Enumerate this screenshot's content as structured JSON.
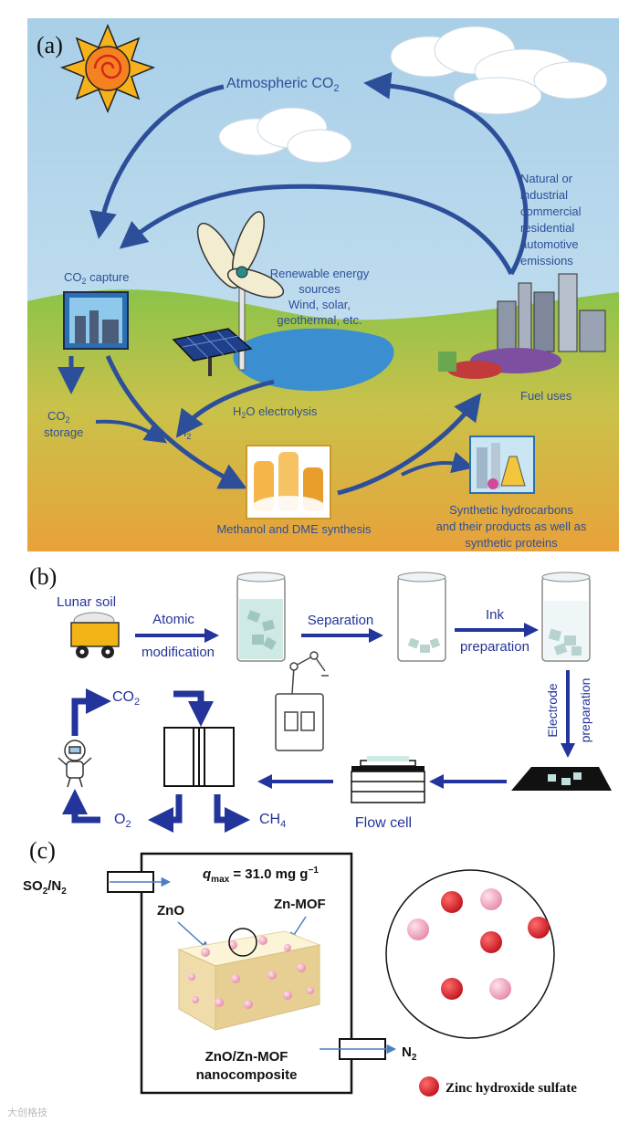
{
  "panel_a": {
    "tag": "(a)",
    "atmospheric_co2": "Atmospheric CO",
    "atmospheric_co2_sub": "2",
    "co2_capture": "CO",
    "co2_capture_sub": "2",
    "co2_capture_rest": " capture",
    "co2_storage_1": "CO",
    "co2_storage_1_sub": "2",
    "co2_storage_2": "storage",
    "renewable": [
      "Renewable energy",
      "sources",
      "Wind, solar,",
      "geothermal, etc."
    ],
    "emissions": [
      "Natural or",
      "industrial",
      "commercial",
      "residential",
      "automotive",
      "emissions"
    ],
    "h2o_electrolysis": "H",
    "h2o_electrolysis_sub": "2",
    "h2o_electrolysis_rest": "O electrolysis",
    "h2": "H",
    "h2_sub": "2",
    "methanol": "Methanol and DME synthesis",
    "fuel_uses": "Fuel uses",
    "synthetic": [
      "Synthetic hydrocarbons",
      "and their products as well as",
      "synthetic proteins"
    ]
  },
  "panel_b": {
    "tag": "(b)",
    "lunar_soil": "Lunar soil",
    "atomic": "Atomic",
    "modification": "modification",
    "separation": "Separation",
    "ink": "Ink",
    "preparation": "preparation",
    "electrode": "Electrode",
    "electrode_preparation": "preparation",
    "flow_cell": "Flow cell",
    "co2": "CO",
    "co2_sub": "2",
    "o2": "O",
    "o2_sub": "2",
    "ch4": "CH",
    "ch4_sub": "4"
  },
  "panel_c": {
    "tag": "(c)",
    "so2n2_a": "SO",
    "so2n2_sub": "2",
    "so2n2_b": "/N",
    "so2n2_sub2": "2",
    "qmax_q": "q",
    "qmax_sub": "max",
    "qmax_value": " = 31.0 mg g",
    "qmax_sup": "−1",
    "zno": "ZnO",
    "zn_mof": "Zn-MOF",
    "composite_1": "ZnO/Zn-MOF",
    "composite_2": "nanocomposite",
    "n2": "N",
    "n2_sub": "2",
    "legend": "Zinc hydroxide sulfate"
  },
  "watermark": "大创格技"
}
